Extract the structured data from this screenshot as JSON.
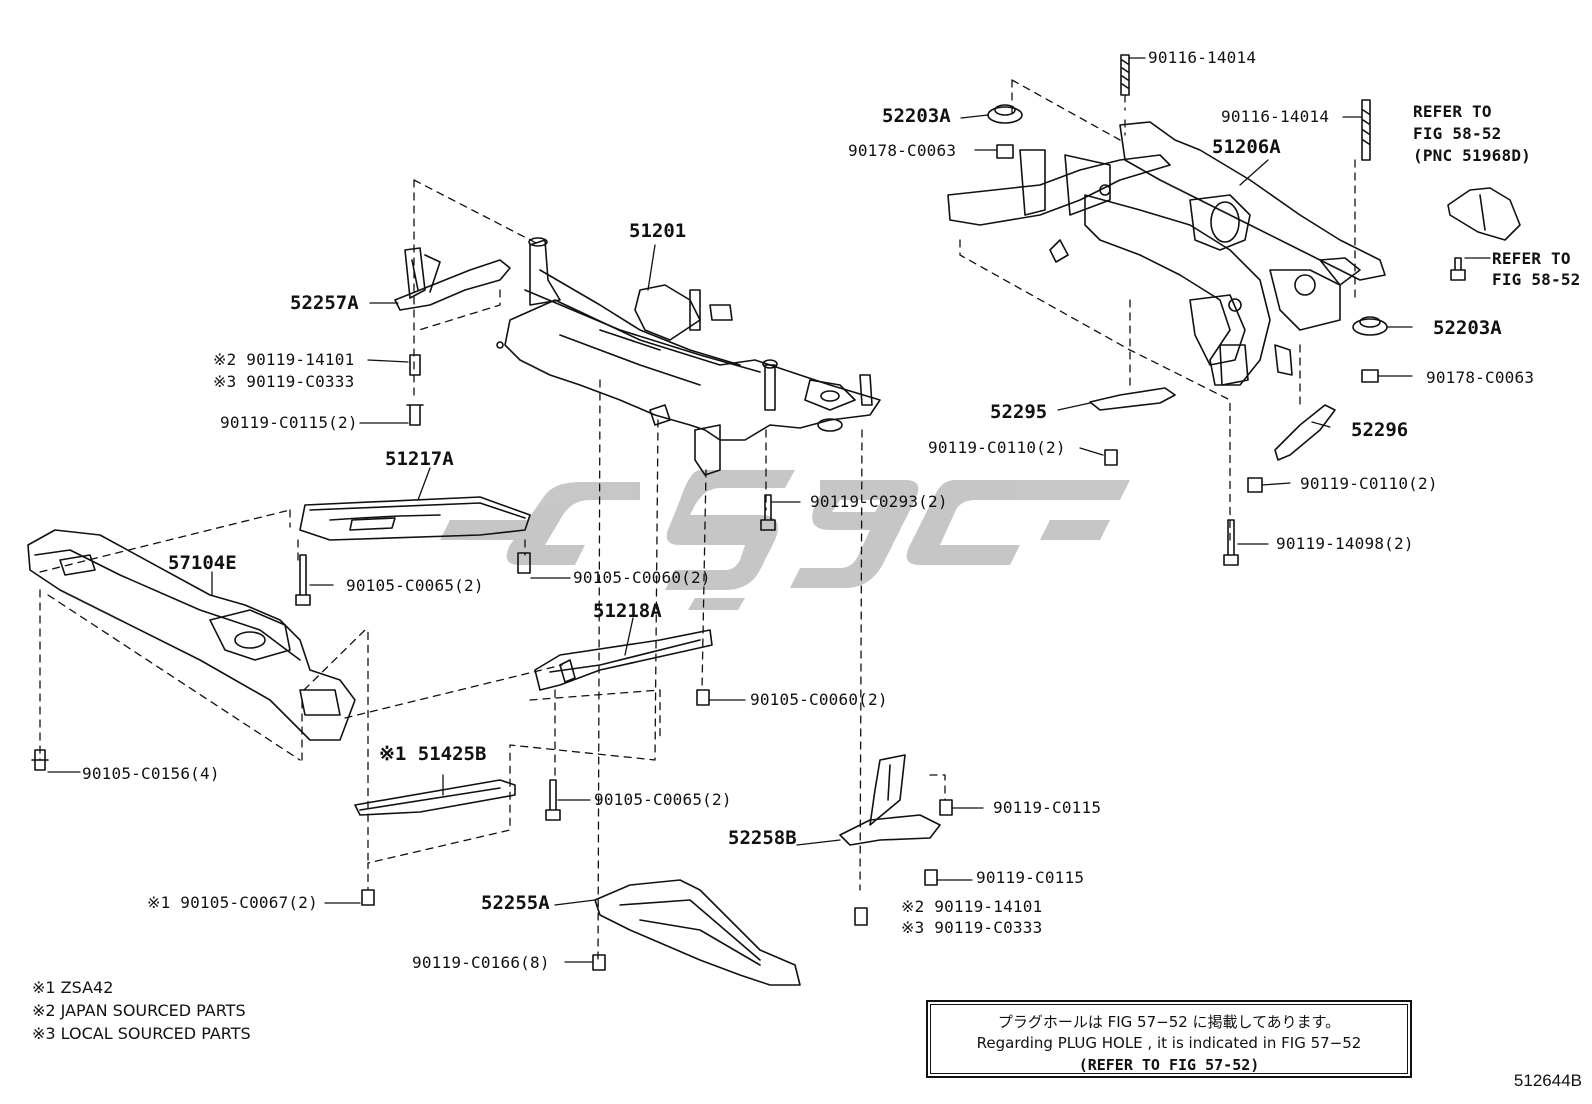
{
  "callouts": {
    "p90116_14014_a": "90116-14014",
    "p90116_14014_b": "90116-14014",
    "p52203A_a": "52203A",
    "p52203A_b": "52203A",
    "p90178_C0063_a": "90178-C0063",
    "p90178_C0063_b": "90178-C0063",
    "p51206A": "51206A",
    "refer_58_52_a": [
      "REFER TO",
      "FIG 58-52",
      "(PNC 51968D)"
    ],
    "refer_58_52_b": [
      "REFER TO",
      "FIG 58-52"
    ],
    "p51201": "51201",
    "p52257A": "52257A",
    "p90119_14101_a": "※2 90119-14101",
    "p90119_C0333_a": "※3 90119-C0333",
    "p90119_C0115_2": "90119-C0115(2)",
    "p51217A": "51217A",
    "p52295": "52295",
    "p90119_C0110_a": "90119-C0110(2)",
    "p52296": "52296",
    "p90119_C0110_b": "90119-C0110(2)",
    "p90119_C0293": "90119-C0293(2)",
    "p90119_14098": "90119-14098(2)",
    "p57104E": "57104E",
    "p90105_C0060_a": "90105-C0060(2)",
    "p90105_C0065_a": "90105-C0065(2)",
    "p51218A": "51218A",
    "p90105_C0060_b": "90105-C0060(2)",
    "p90105_C0156": "90105-C0156(4)",
    "p51425B": "※1 51425B",
    "p90105_C0065_b": "90105-C0065(2)",
    "p90119_C0115_a": "90119-C0115",
    "p52258B": "52258B",
    "p90119_C0115_b": "90119-C0115",
    "p90105_C0067": "※1 90105-C0067(2)",
    "p52255A": "52255A",
    "p90119_14101_b": "※2 90119-14101",
    "p90119_C0333_b": "※3 90119-C0333",
    "p90119_C0166": "90119-C0166(8)"
  },
  "notes": [
    "※1 ZSA42",
    "※2 JAPAN SOURCED PARTS",
    "※3 LOCAL SOURCED PARTS"
  ],
  "plug_box": {
    "line1": "プラグホールは FIG  57−52 に掲載してあります。",
    "line2": "Regarding  PLUG  HOLE , it is indicated in  FIG  57−52",
    "line3": "(REFER TO FIG 57-52)"
  },
  "figure_code": "512644B",
  "watermark_color": "#b9b9b9",
  "line_color": "#111111"
}
